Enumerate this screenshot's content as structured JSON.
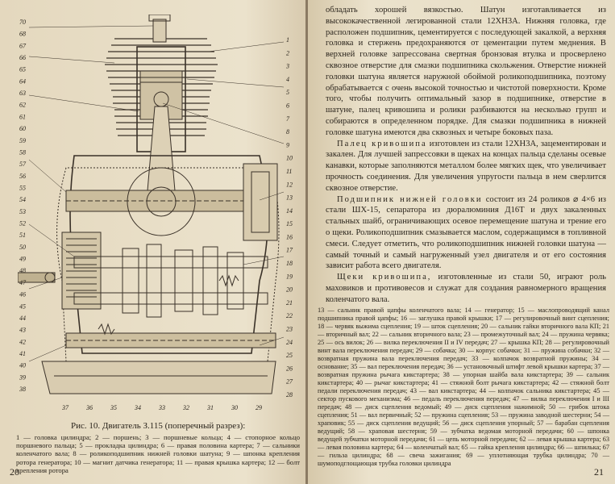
{
  "left_page": {
    "callouts_left": [
      "70",
      "68",
      "67",
      "66",
      "65",
      "64",
      "63",
      "62",
      "61",
      "60",
      "59",
      "58",
      "57",
      "56",
      "55",
      "54",
      "53",
      "52",
      "51",
      "50",
      "49",
      "48",
      "47",
      "46",
      "45",
      "44",
      "43",
      "42",
      "41",
      "40",
      "39",
      "38"
    ],
    "callouts_bottom": [
      "37",
      "36",
      "35",
      "34",
      "33",
      "32",
      "31",
      "30",
      "29"
    ],
    "callouts_right": [
      "1",
      "2",
      "3",
      "4",
      "5",
      "6",
      "7",
      "8",
      "9",
      "10",
      "11",
      "12",
      "13",
      "14",
      "15",
      "16",
      "17",
      "18",
      "19",
      "20",
      "21",
      "22",
      "23",
      "24",
      "25",
      "26",
      "27",
      "28"
    ],
    "caption": "Рис. 10. Двигатель З.115 (поперечный разрез):",
    "legend": "1 — головка цилиндра; 2 — поршень; 3 — поршневые кольца; 4 — стопорное кольцо поршневого пальца; 5 — прокладка цилиндра; 6 — правая половина картера; 7 — сальники коленчатого вала; 8 — роликоподшипник нижней головки шатуна; 9 — шпонка крепления ротора генератора; 10 — магнит датчика генератора; 11 — правая крышка картера; 12 — болт крепления ротора",
    "page_number": "20"
  },
  "right_page": {
    "body": [
      "обладать хорошей вязкостью. Шатун изготавливается из высококачественной легированной стали 12ХН3А. Нижняя головка, где расположен подшипник, цементируется с последующей закалкой, а верхняя головка и стержень предохраняются от цементации путем меднения. В верхней головке запрессована свертная бронзовая втулка и просверлено сквозное отверстие для смазки подшипника скольжения. Отверстие нижней головки шатуна является наружной обоймой роликоподшипника, поэтому обрабатывается с очень высокой точностью и чистотой поверхности. Кроме того, чтобы получить оптимальный зазор в подшипнике, отверстие в шатуне, палец кривошипа и ролики разбиваются на несколько групп и собираются в определенном порядке. Для смазки подшипника в нижней головке шатуна имеются два сквозных и четыре боковых паза.",
      "изготовлен из стали 12ХН3А, зацементирован и закален. Для лучшей запрессовки в щеках на концах пальца сделаны осевые канавки, которые заполняются металлом более мягких щек, что увеличивает прочность соединения. Для увеличения упругости пальца в нем сверлится сквозное отверстие.",
      "состоит из 24 роликов ⌀ 4×6 из стали ШХ-15, сепаратора из дюралюминия Д16Т и двух закаленных стальных шайб, ограничивающих осевое перемещение шатуна и трение его о щеки. Роликоподшипник смазывается маслом, содержащимся в топливной смеси. Следует отметить, что роликоподшипник нижней головки шатуна — самый точный и самый нагруженный узел двигателя и от его состояния зависит работа всего двигателя.",
      "изготовленные из стали 50, играют роль маховиков и противовесов и служат для создания равномерного вращения коленчатого вала."
    ],
    "headings": {
      "pin": "Палец кривошипа",
      "bearing": "Подшипник нижней головки",
      "cheeks": "Щеки кривошипа,"
    },
    "legend": "13 — сальник правой цапфы коленчатого вала; 14 — генератор; 15 — маслопроводящий канал подшипника правой цапфы; 16 — заглушка правой крышки; 17 — регулировочный винт сцепления; 18 — червяк выжима сцепления; 19 — шток сцепления; 20 — сальник гайки вторичного вала КП; 21 — вторичный вал; 22 — сальник вторичного вала; 23 — промежуточный вал; 24 — пружина червяка; 25 — ось вилок; 26 — вилка переключения II и IV передач; 27 — крышка КП; 28 — регулировочный винт вала переключения передач; 29 — собачка; 30 — корпус собачки; 31 — пружина собачки; 32 — возвратная пружина вала переключения передач; 33 — колпачок возвратной пружины; 34 — основание; 35 — вал переключения передач; 36 — установочный штифт левой крышки картера; 37 — возвратная пружина рычага кикстартера; 38 — упорная шайба вала кикстартера; 39 — сальник кикстартера; 40 — рычаг кикстартера; 41 — стяжной болт рычага кикстартера; 42 — стяжной болт педали переключения передач; 43 — вал кикстартера; 44 — колпачок сальника кикстартера; 45 — сектор пускового механизма; 46 — педаль переключения передач; 47 — вилка переключения I и III передач; 48 — диск сцепления ведомый; 49 — диск сцепления нажимной; 50 — грибок штока сцепления; 51 — вал первичный; 52 — пружина сцепления; 53 — пружина заводной шестерни; 54 — храповик; 55 — диск сцепления ведущий; 56 — диск сцепления упорный; 57 — барабан сцепления ведущий; 58 — храповая шестерня; 59 — зубчатка ведомая моторной передачи; 60 — шпонка ведущей зубчатки моторной передачи; 61 — цепь моторной передачи; 62 — левая крышка картера; 63 — левая половина картера; 64 — коленчатый вал; 65 — гайка крепления цилиндра; 66 — шпилька; 67 — гильза цилиндра; 68 — свеча зажигания; 69 — уплотняющая трубка цилиндра; 70 — шумоподглощающая трубка головки цилиндра",
    "page_number": "21"
  }
}
